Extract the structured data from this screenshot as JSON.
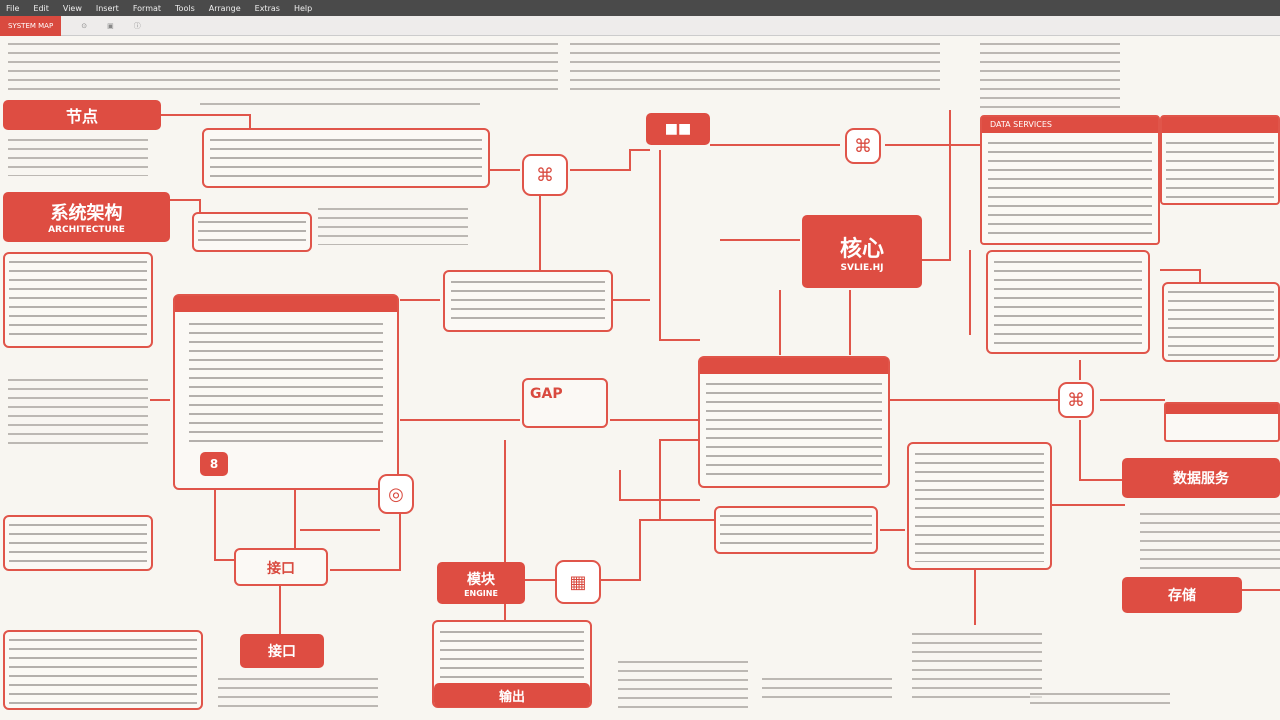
{
  "menubar": {
    "items": [
      "File",
      "Edit",
      "View",
      "Insert",
      "Format",
      "Tools",
      "Arrange",
      "Extras",
      "Help"
    ]
  },
  "toolbar": {
    "tab_label": "SYSTEM MAP"
  },
  "nodes": {
    "left_title": "系统架构",
    "left_sub": "ARCHITECTURE",
    "center_title": "核心",
    "center_sub": "SVLIE.HJ",
    "mid_title": "GAP",
    "bottom_title": "模块",
    "bottom_sub": "ENGINE",
    "right_title": "数据服务",
    "right_sub": "DATA SERVICES",
    "right_bottom": "存储",
    "bottom_left": "接口",
    "bottom_center": "输出",
    "pill": "节点"
  },
  "colors": {
    "accent": "#de4d42",
    "background": "#f8f6f1",
    "menubar": "#4a4a4a"
  }
}
